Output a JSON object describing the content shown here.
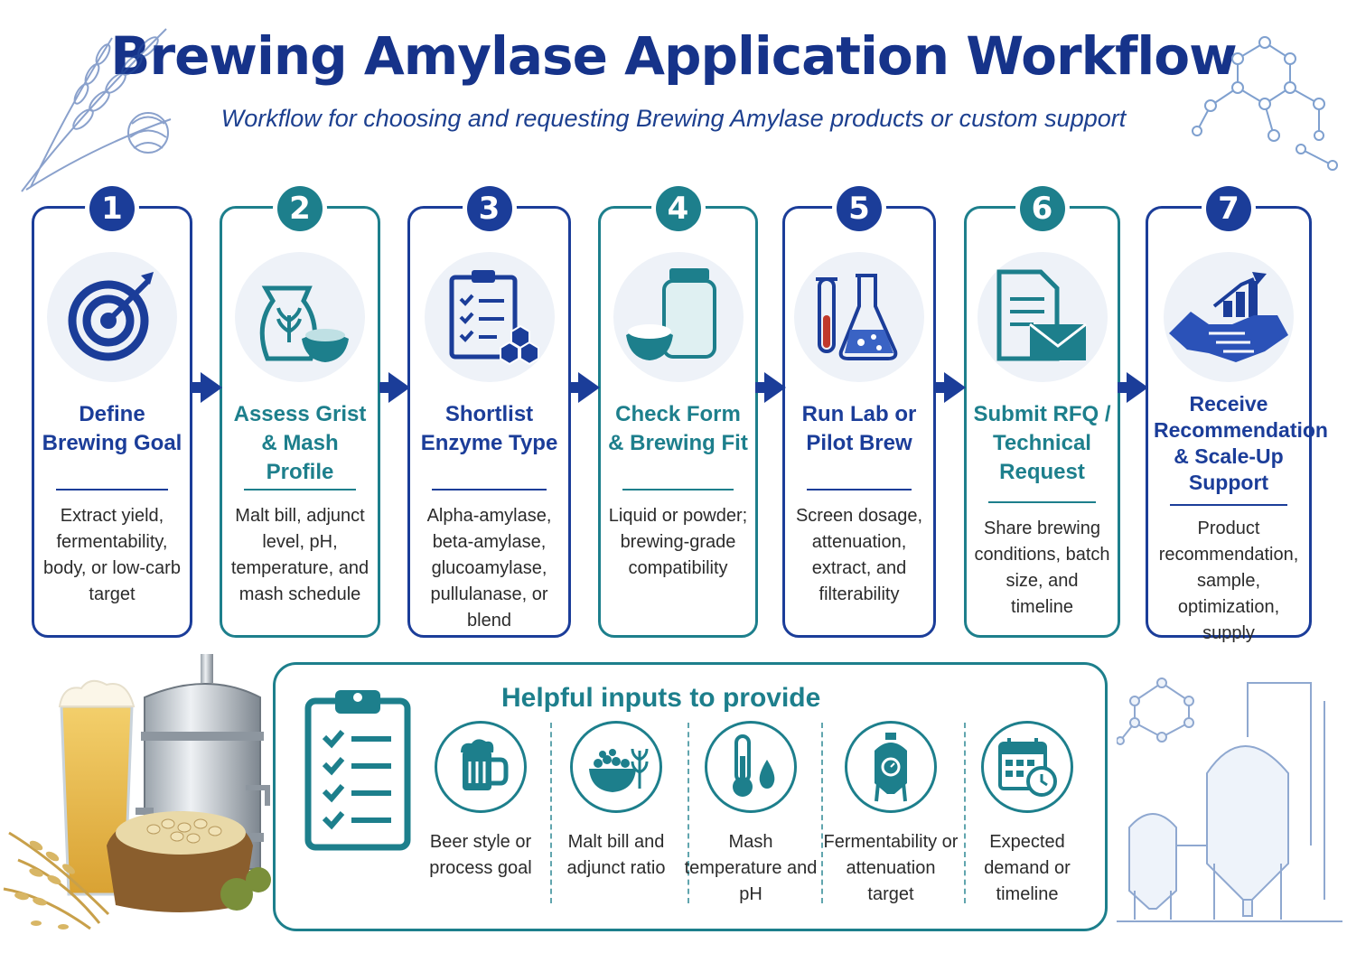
{
  "header": {
    "title": "Brewing Amylase Application Workflow",
    "subtitle": "Workflow for choosing and requesting Brewing Amylase products or custom support"
  },
  "steps": [
    {
      "number": "1",
      "title": "Define Brewing Goal",
      "description": "Extract yield, fermentability, body, or low-carb target",
      "icon": "target-icon"
    },
    {
      "number": "2",
      "title": "Assess Grist & Mash Profile",
      "description": "Malt bill, adjunct level, pH, temperature, and mash schedule",
      "icon": "grain-sack-icon"
    },
    {
      "number": "3",
      "title": "Shortlist Enzyme Type",
      "description": "Alpha-amylase, beta-amylase, glucoamylase, pullulanase, or blend",
      "icon": "clipboard-checklist-icon"
    },
    {
      "number": "4",
      "title": "Check Form & Brewing Fit",
      "description": "Liquid or powder; brewing-grade compatibility",
      "icon": "jar-powder-icon"
    },
    {
      "number": "5",
      "title": "Run Lab or Pilot Brew",
      "description": "Screen dosage, attenuation, extract, and filterability",
      "icon": "lab-flask-icon"
    },
    {
      "number": "6",
      "title": "Submit RFQ / Technical Request",
      "description": "Share brewing conditions, batch size, and timeline",
      "icon": "document-envelope-icon"
    },
    {
      "number": "7",
      "title": "Receive Recommendation & Scale-Up Support",
      "description": "Product recommendation, sample, optimization, supply",
      "icon": "handshake-growth-icon"
    }
  ],
  "helpful_inputs": {
    "title": "Helpful inputs to provide",
    "items": [
      {
        "label": "Beer style or process goal",
        "icon": "beer-mug-icon"
      },
      {
        "label": "Malt bill and adjunct ratio",
        "icon": "grain-bowl-icon"
      },
      {
        "label": "Mash temperature and pH",
        "icon": "thermometer-drop-icon"
      },
      {
        "label": "Fermentability or attenuation target",
        "icon": "fermenter-tank-icon"
      },
      {
        "label": "Expected demand or timeline",
        "icon": "calendar-clock-icon"
      }
    ]
  },
  "colors": {
    "navy": "#1b3d99",
    "teal": "#1d7f8c",
    "title": "#16338a"
  }
}
